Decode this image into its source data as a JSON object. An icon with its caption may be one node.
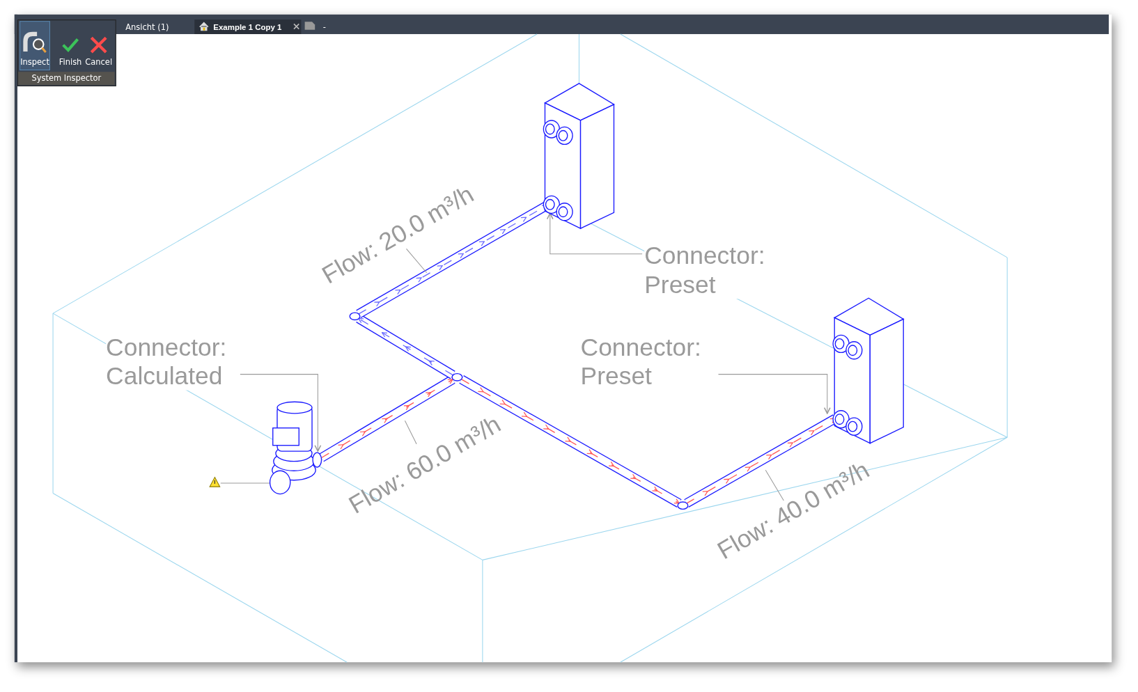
{
  "diagram": {
    "nodes": [
      {
        "text": [],
        "shape": "picture"
      },
      {
        "text": [
          "Connector: Preset"
        ]
      },
      {
        "text": [
          "Flow: 20.0 m³/h"
        ]
      },
      {
        "text": [],
        "shape": "circle"
      },
      {
        "text": [
          "Connector: Calculated"
        ]
      },
      {
        "text": [
          "Connector: Preset"
        ]
      },
      {
        "text": [],
        "shape": "picture"
      },
      {
        "text": [],
        "shape": "circle"
      },
      {
        "text": [],
        "shape": "picture"
      },
      {
        "text": [],
        "shape": "picture"
      },
      {
        "text": [
          "Flow: 60.0 m³/h"
        ]
      },
      {
        "text": [],
        "shape": "circle"
      },
      {
        "text": [
          "Flow: 40.0 m³/h"
        ]
      }
    ],
    "edges": [
      {
        "from": 8,
        "to": 7,
        "arrow": "to",
        "style": "dashed",
        "color": "#ff5a5a"
      },
      {
        "from": 7,
        "to": 3,
        "arrow": "to",
        "style": "dashed",
        "color": "#6b6bff"
      },
      {
        "from": 3,
        "to": 0,
        "arrow": "to",
        "style": "dashed",
        "color": "#6b6bff"
      },
      {
        "from": 7,
        "to": 11,
        "arrow": "to",
        "style": "dashed",
        "color": "#ff5a5a"
      },
      {
        "from": 11,
        "to": 6,
        "arrow": "to",
        "style": "dashed",
        "color": "#ff5a5a"
      },
      {
        "from": 1,
        "to": 0,
        "arrow": "to"
      },
      {
        "from": 2,
        "to": null,
        "arrow": "none"
      },
      {
        "from": 4,
        "to": 8,
        "arrow": "to"
      },
      {
        "from": 5,
        "to": 6,
        "arrow": "to"
      },
      {
        "from": 9,
        "to": 8,
        "arrow": "none"
      },
      {
        "from": 10,
        "to": null,
        "arrow": "none"
      },
      {
        "from": 12,
        "to": null,
        "arrow": "none"
      }
    ],
    "labels": [
      "Ansicht (1)",
      "Example 1 Copy 1",
      "-",
      "Inspect",
      "Finish",
      "Cancel",
      "System Inspector"
    ]
  }
}
